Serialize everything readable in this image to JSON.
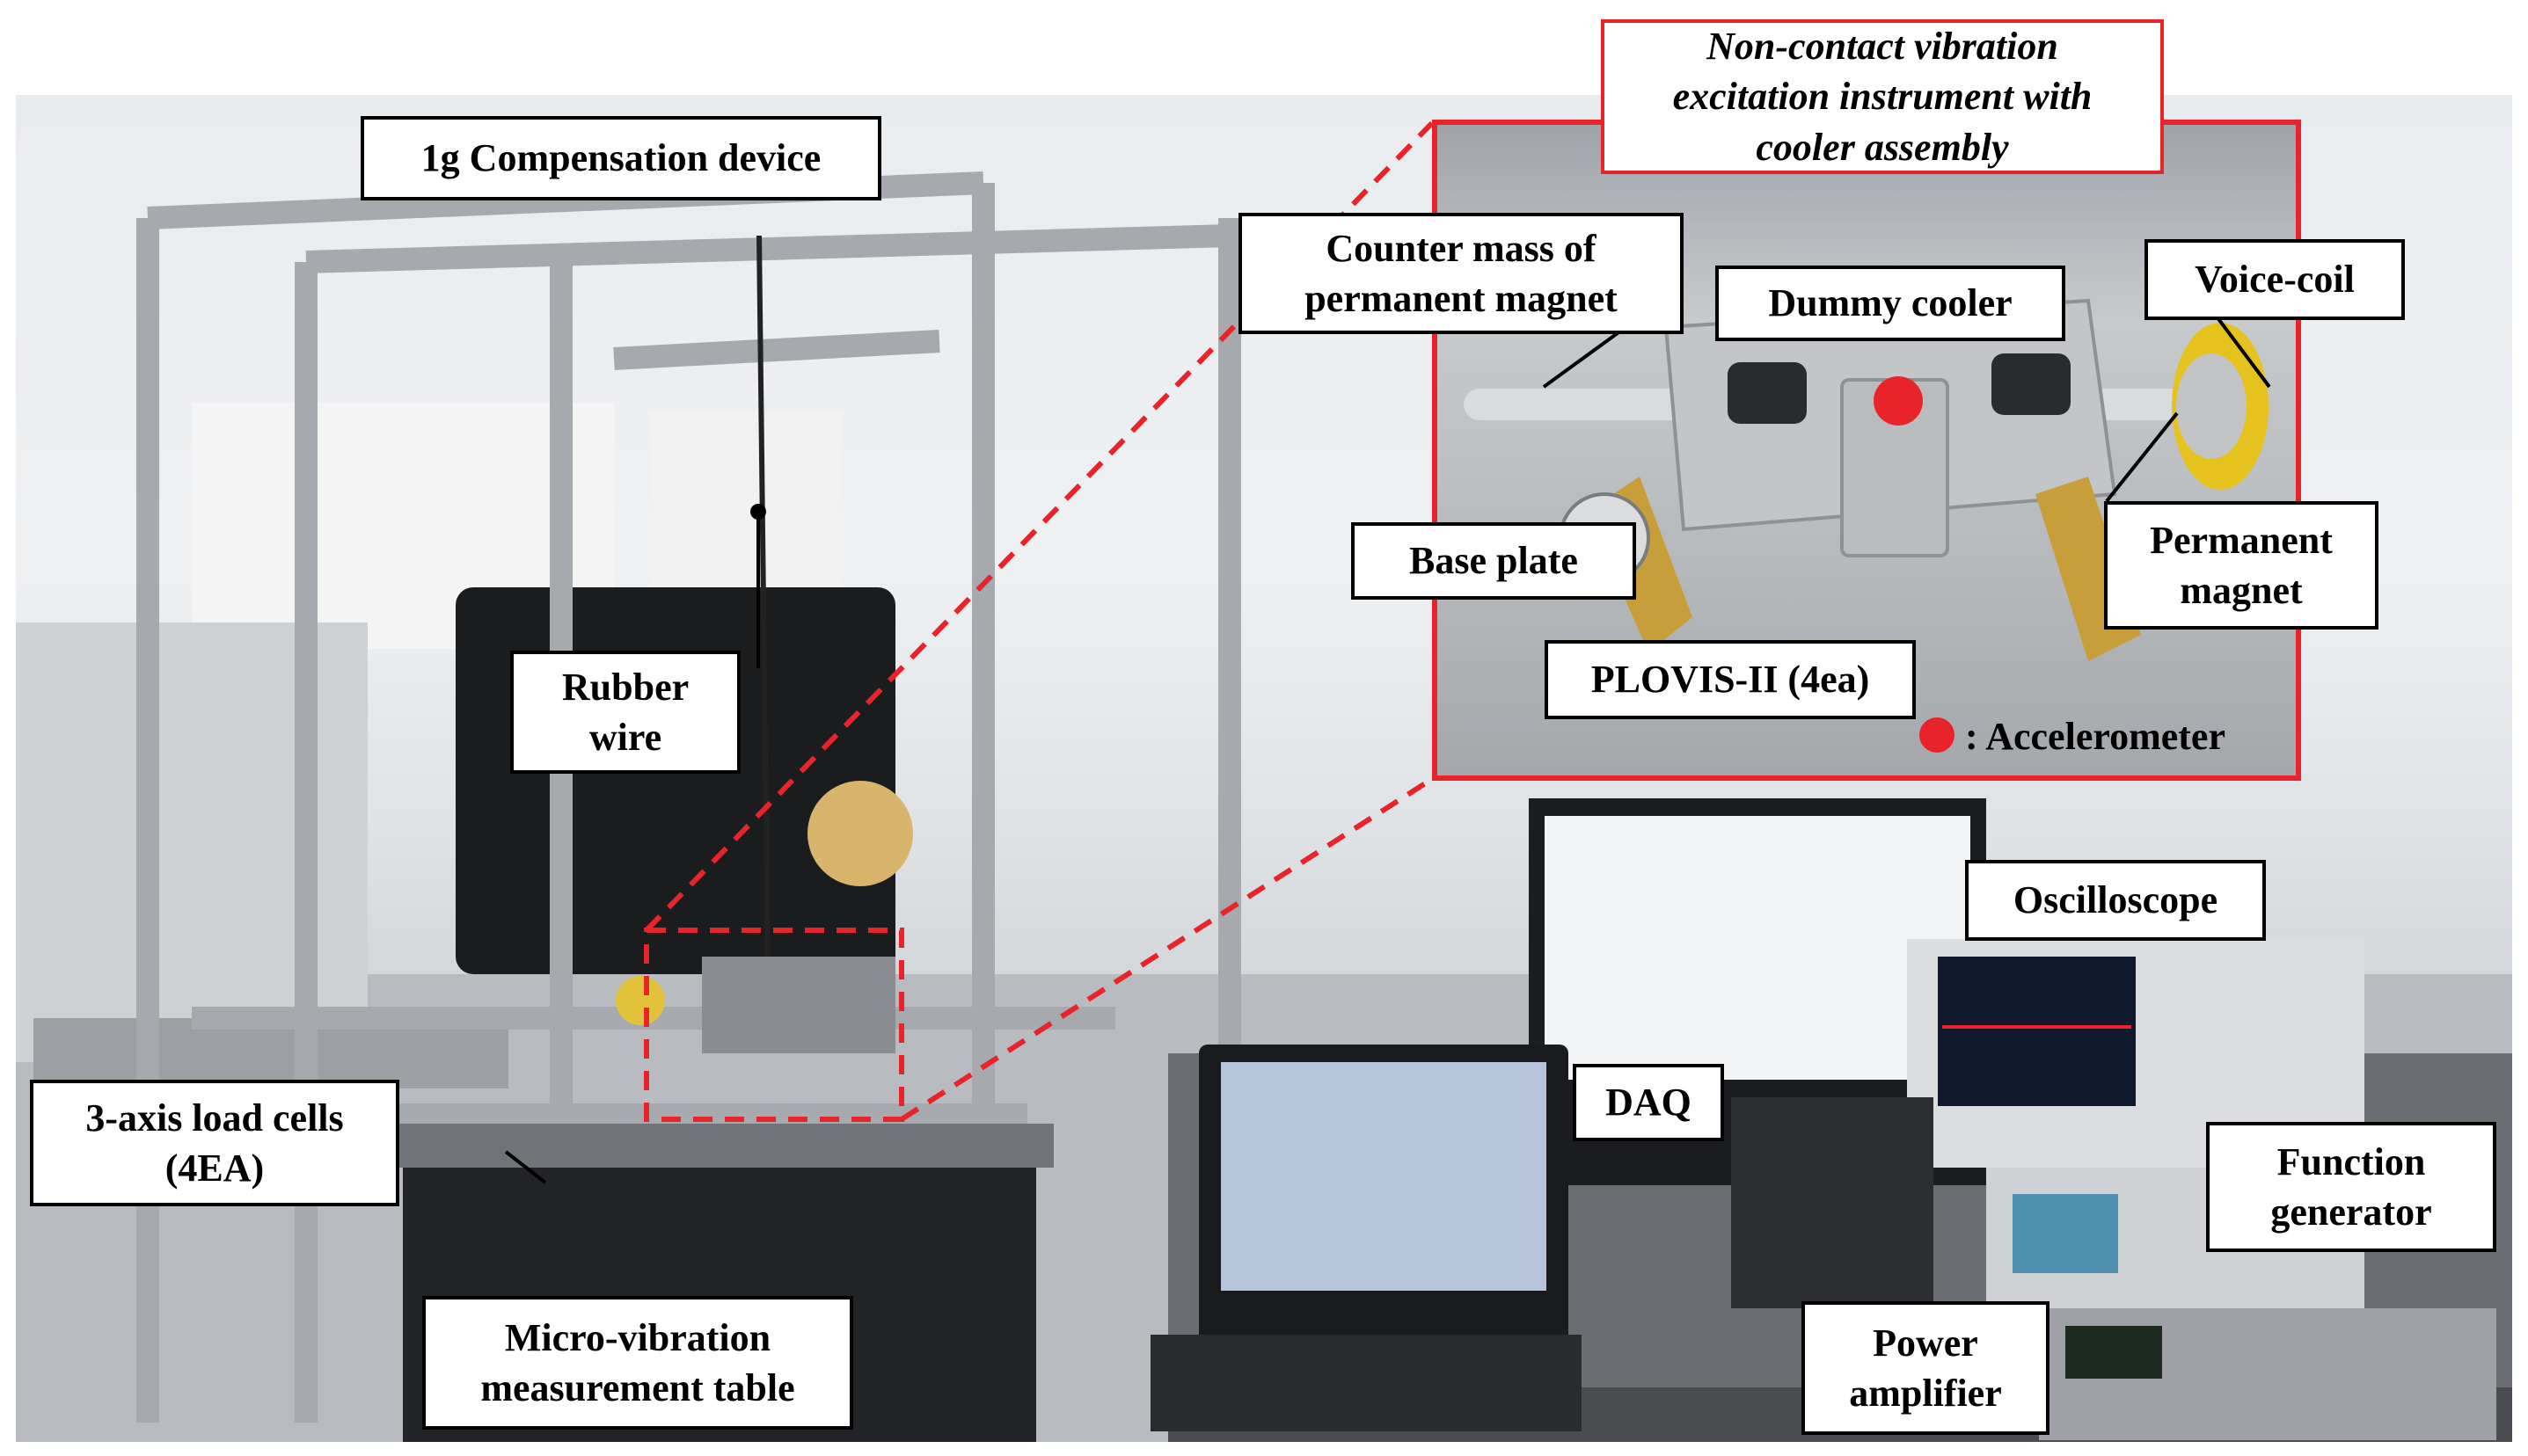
{
  "labels": {
    "compensation": "1g Compensation device",
    "rubber_wire": "Rubber\nwire",
    "load_cells": "3-axis load cells\n(4EA)",
    "table": "Micro-vibration\nmeasurement table",
    "instrument": "Non-contact vibration\nexcitation instrument with\ncooler assembly",
    "counter_mass": "Counter mass of\npermanent magnet",
    "dummy_cooler": "Dummy cooler",
    "voice_coil": "Voice-coil",
    "base_plate": "Base plate",
    "permanent_magnet": "Permanent\nmagnet",
    "plovis": "PLOVIS-II (4ea)",
    "accelerometer": ": Accelerometer",
    "oscilloscope": "Oscilloscope",
    "daq": "DAQ",
    "function_generator": "Function\ngenerator",
    "power_amplifier": "Power\namplifier"
  },
  "colors": {
    "highlight": "#e8242a",
    "label_border": "#000000",
    "label_bg": "#ffffff"
  }
}
